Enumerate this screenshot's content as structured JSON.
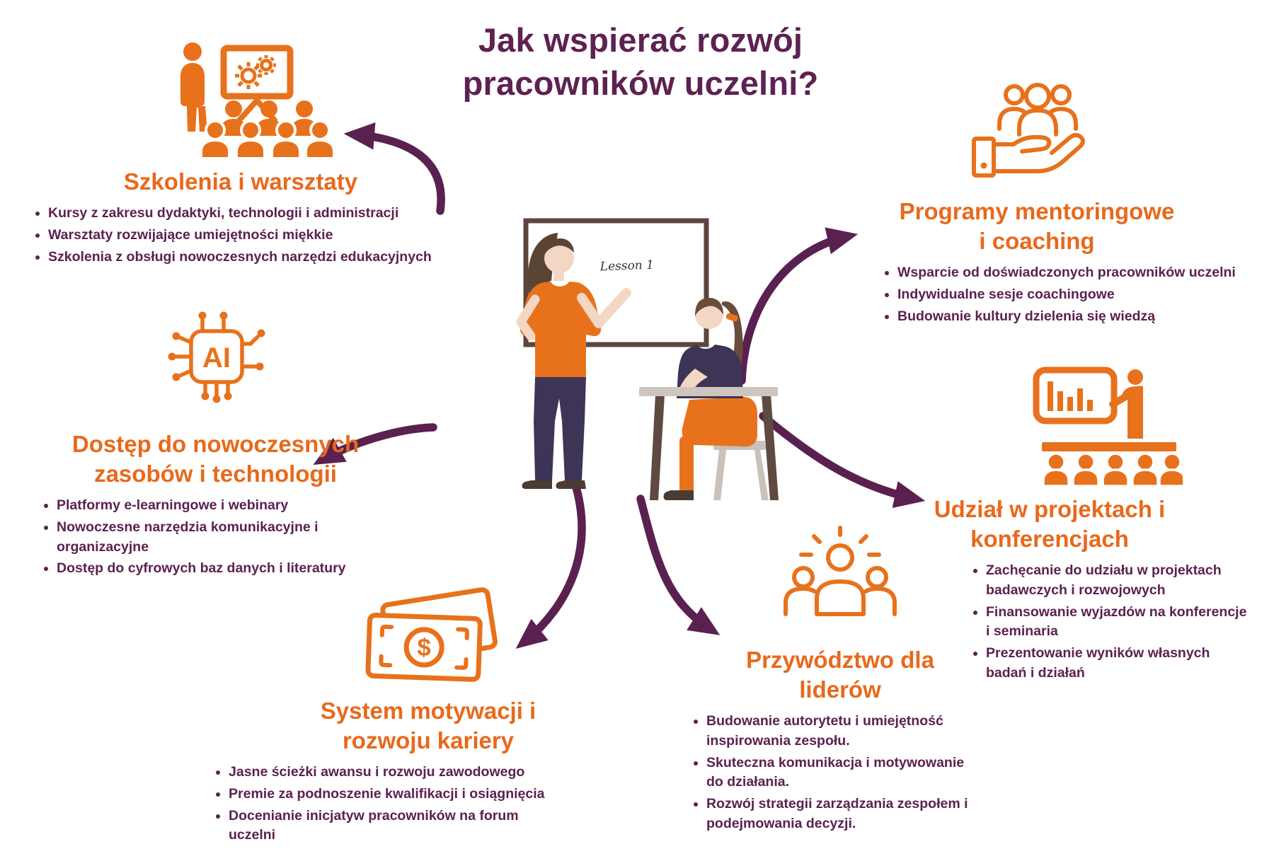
{
  "title": {
    "line1": "Jak wspierać rozwój",
    "line2": "pracowników uczelni?"
  },
  "colors": {
    "orange": "#E8691B",
    "purple": "#5C2150",
    "arrow": "#5A2150"
  },
  "illustration": {
    "board_label": "Lesson 1"
  },
  "sections": {
    "szkolenia": {
      "icon": "presentation-training-icon",
      "title": "Szkolenia i warsztaty",
      "bullets": [
        "Kursy z zakresu dydaktyki, technologii i administracji",
        "Warsztaty rozwijające umiejętności miękkie",
        "Szkolenia z obsługi nowoczesnych narzędzi edukacyjnych"
      ]
    },
    "zasoby": {
      "icon": "ai-chip-icon",
      "icon_label": "AI",
      "title_line1": "Dostęp do nowoczesnych",
      "title_line2": "zasobów i technologii",
      "bullets": [
        "Platformy e-learningowe i webinary",
        "Nowoczesne narzędzia komunikacyjne i organizacyjne",
        "Dostęp do cyfrowych baz danych i literatury"
      ]
    },
    "motywacja": {
      "icon": "money-banknote-icon",
      "icon_label": "$",
      "title_line1": "System motywacji i",
      "title_line2": "rozwoju kariery",
      "bullets": [
        "Jasne ścieżki awansu i rozwoju zawodowego",
        "Premie za podnoszenie kwalifikacji i osiągnięcia",
        "Docenianie inicjatyw pracowników na forum uczelni"
      ]
    },
    "mentoring": {
      "icon": "hand-holding-people-icon",
      "title_line1": "Programy mentoringowe",
      "title_line2": "i coaching",
      "bullets": [
        "Wsparcie od doświadczonych pracowników uczelni",
        "Indywidualne sesje coachingowe",
        "Budowanie kultury dzielenia się wiedzą"
      ]
    },
    "projekty": {
      "icon": "conference-presentation-icon",
      "title_line1": "Udział w projektach i",
      "title_line2": "konferencjach",
      "bullets": [
        "Zachęcanie do udziału w projektach badawczych i rozwojowych",
        "Finansowanie wyjazdów na konferencje i seminaria",
        "Prezentowanie wyników własnych badań i działań"
      ]
    },
    "przywodztwo": {
      "icon": "team-leader-icon",
      "title_line1": "Przywództwo dla",
      "title_line2": "liderów",
      "bullets": [
        "Budowanie autorytetu i umiejętność inspirowania zespołu.",
        "Skuteczna komunikacja i motywowanie do działania.",
        "Rozwój strategii zarządzania zespołem i podejmowania decyzji."
      ]
    }
  }
}
